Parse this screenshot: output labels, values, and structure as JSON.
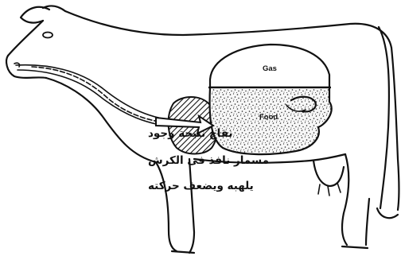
{
  "labels": {
    "gas": "Gas",
    "food": "Food"
  },
  "caption": {
    "line1": "نفاخ نتيجة وجود",
    "line2": "مسمار نافذ فى الكرش",
    "line3": "يلهبه ويضعف حركته"
  },
  "colors": {
    "ink": "#111111",
    "background": "#ffffff"
  }
}
